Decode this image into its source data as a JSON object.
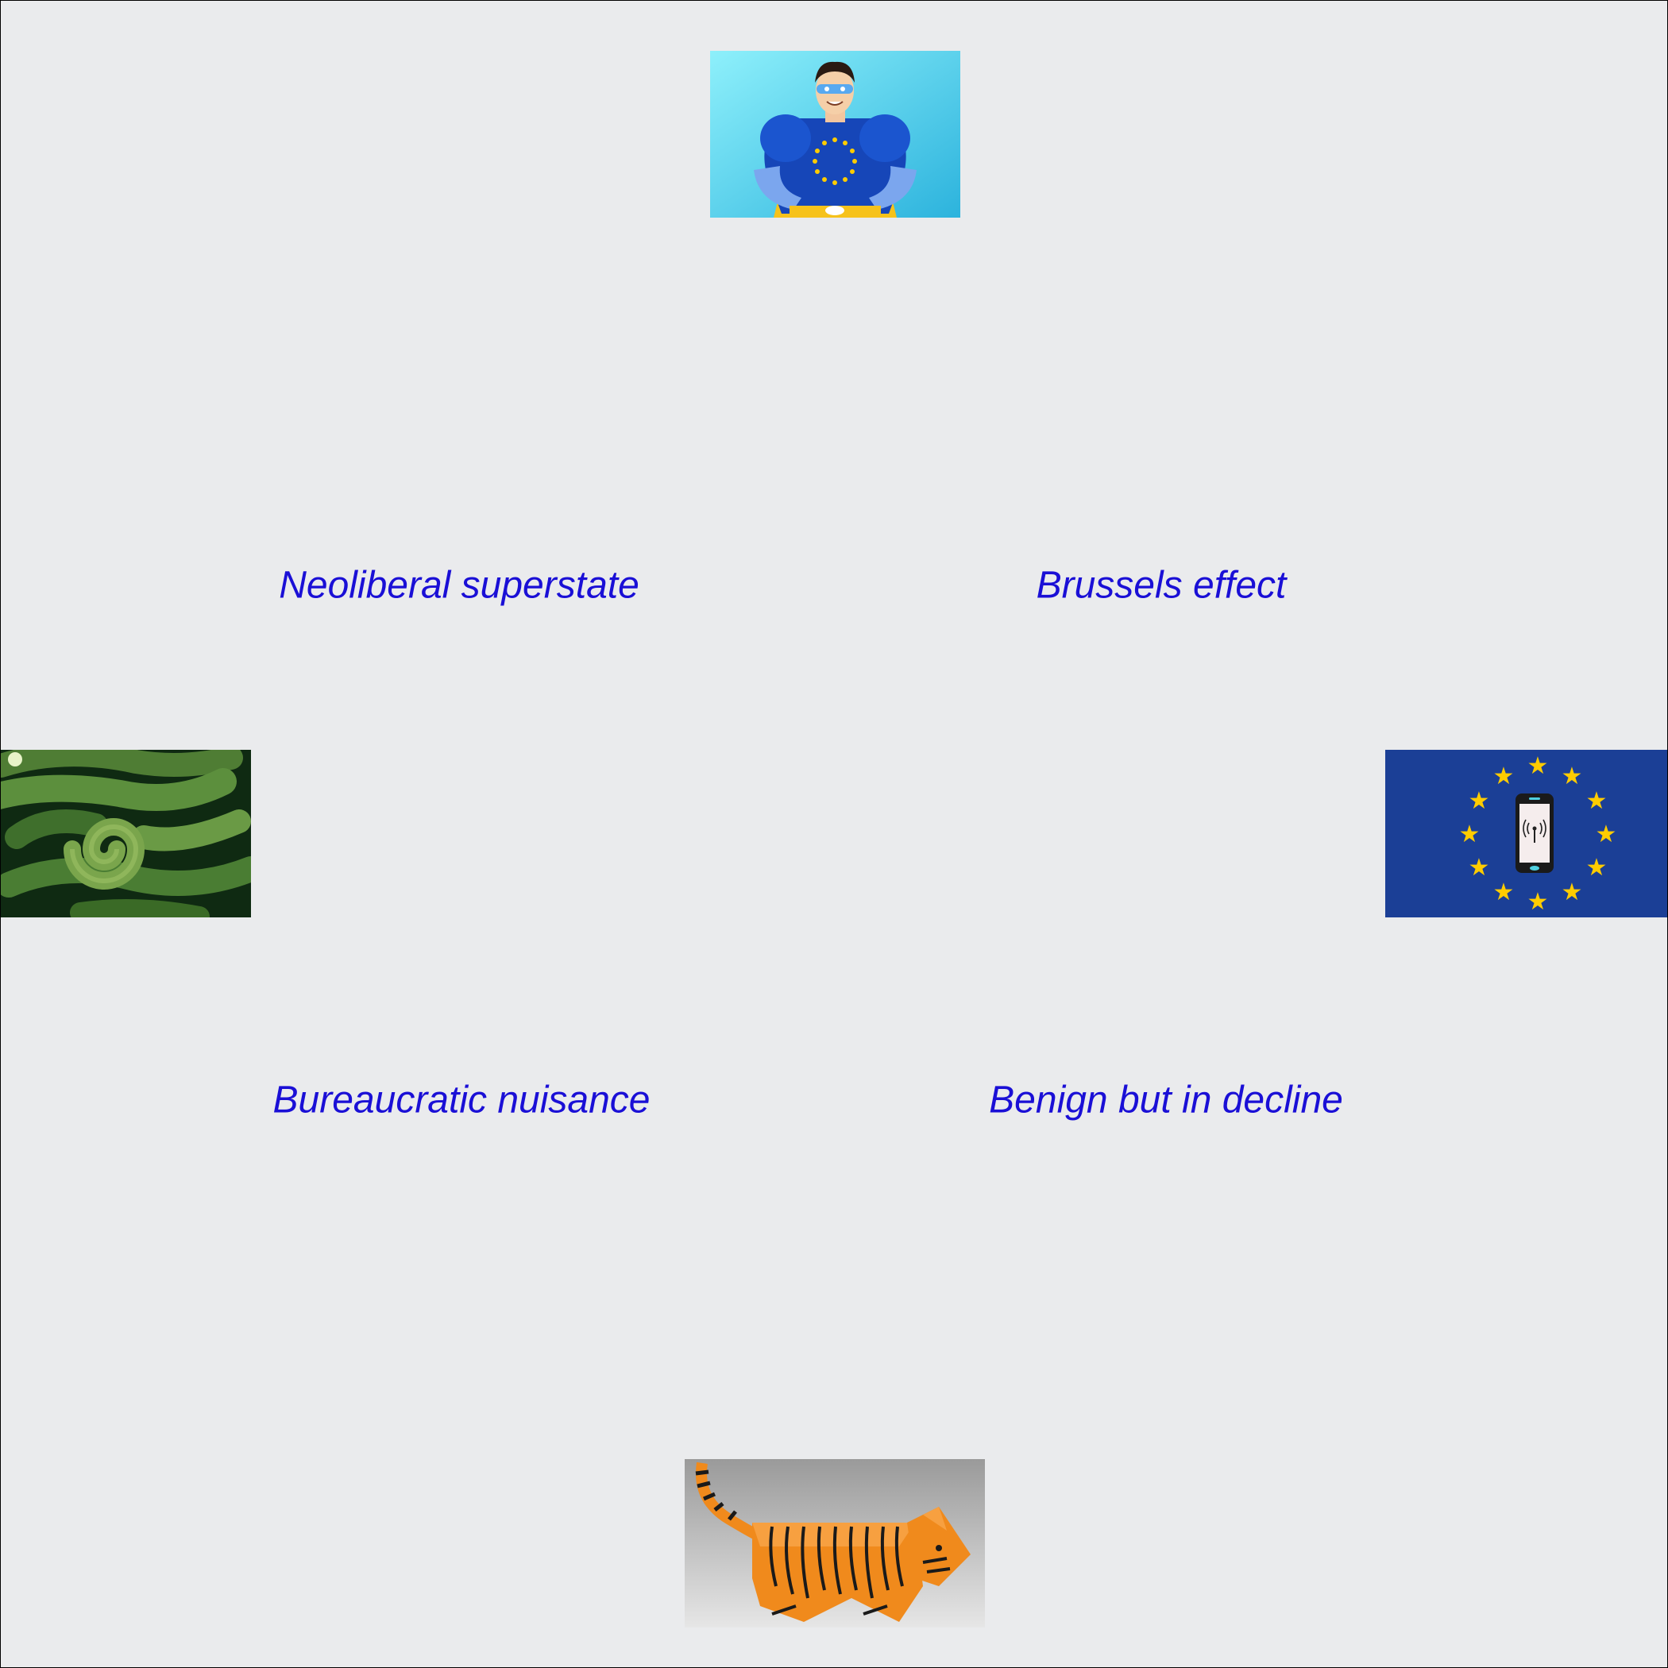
{
  "quadrant_labels": {
    "top_left": "Neoliberal superstate",
    "top_right": "Brussels effect",
    "bottom_left": "Bureaucratic nuisance",
    "bottom_right": "Benign but in decline"
  },
  "images": {
    "top": "eu-superhero-icon",
    "left": "bent-cucumbers-icon",
    "right": "eu-flag-smartphone-icon",
    "bottom": "paper-tiger-icon"
  },
  "colors": {
    "background": "#eaebed",
    "label_text": "#1a0fd6",
    "eu_blue": "#1b3f96",
    "eu_gold": "#ffcc00"
  }
}
